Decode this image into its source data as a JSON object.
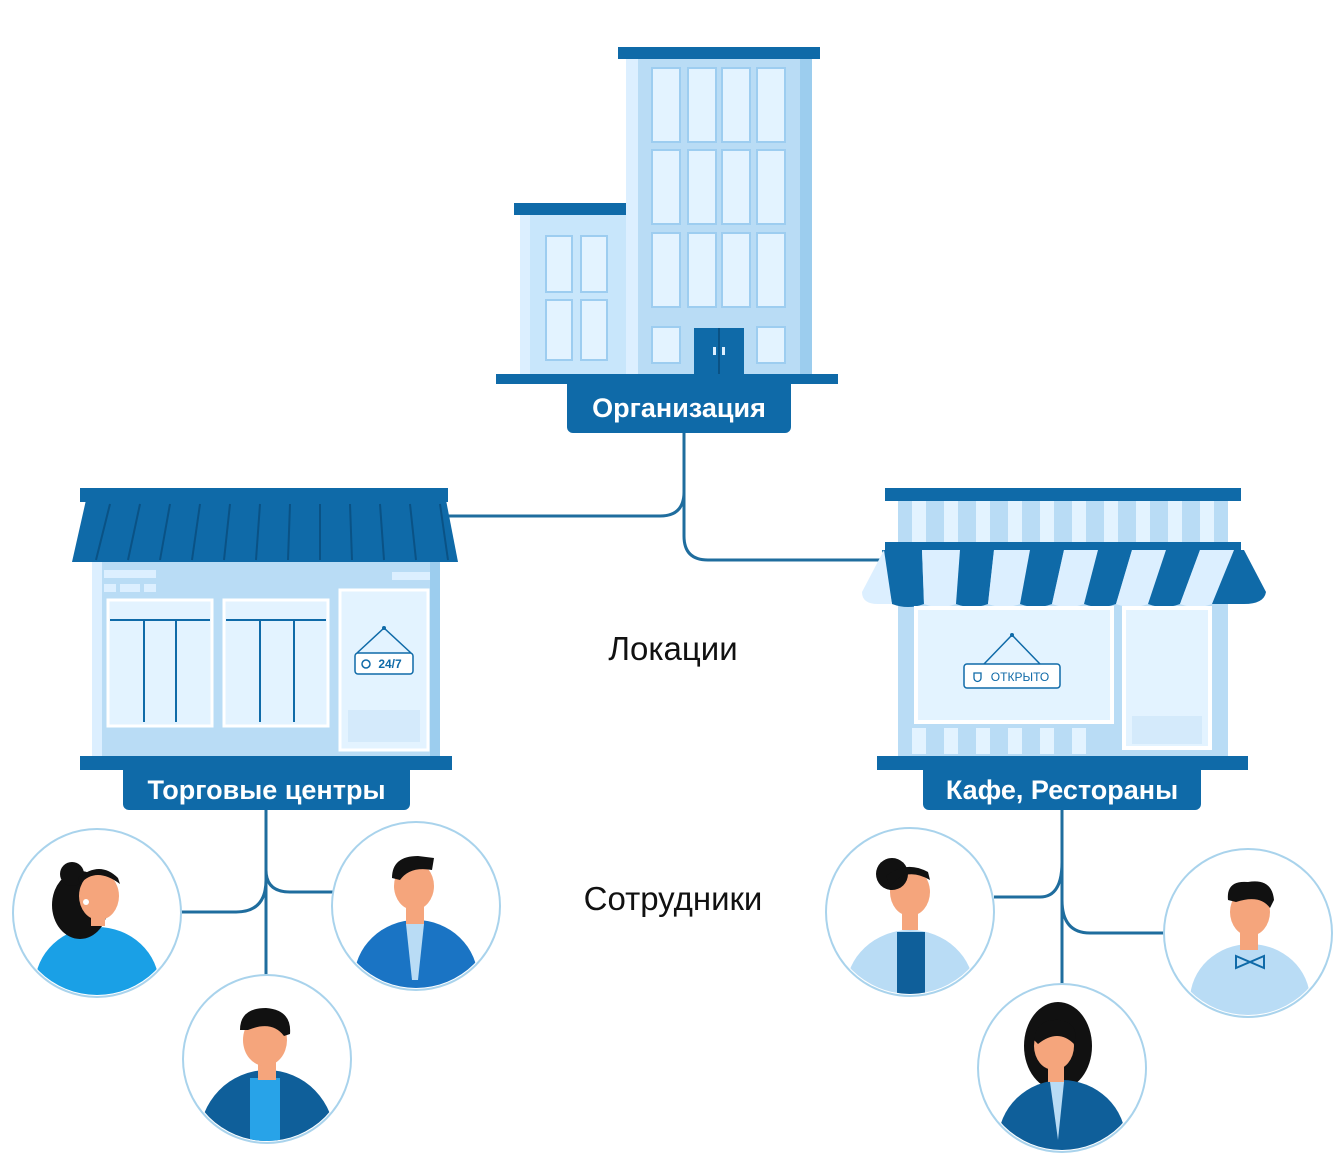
{
  "nodes": {
    "organization": "Организация",
    "mall": "Торговые центры",
    "cafe": "Кафе, Рестораны"
  },
  "tiers": {
    "locations": "Локации",
    "employees": "Сотрудники"
  },
  "signs": {
    "mall_sign": "24/7",
    "cafe_sign": "ОТКРЫТО"
  },
  "colors": {
    "primary": "#0f6aa8",
    "light": "#b9dcf5",
    "lighter": "#dcefff",
    "line": "#1f6d9e",
    "circle_border": "#a9d3ec"
  },
  "icons": {
    "organization": "office-building-icon",
    "mall": "shopping-mall-icon",
    "cafe": "cafe-awning-icon",
    "employee": "person-avatar-icon"
  }
}
